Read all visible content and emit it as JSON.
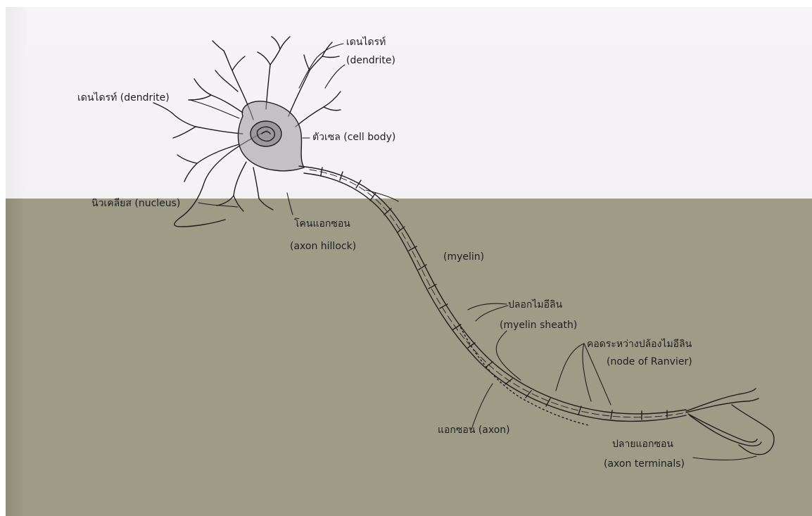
{
  "labels": {
    "dendrite_top_th": "เดนไดรท์",
    "dendrite_top_en": "(dendrite)",
    "dendrite_left": "เดนไดรท์ (dendrite)",
    "cell_body": "ตัวเซล (cell body)",
    "nucleus": "นิวเคลียส (nucleus)",
    "axon_hillock_th": "โคนแอกซอน",
    "axon_hillock_en": "(axon hillock)",
    "myelin": "(myelin)",
    "myelin_sheath_th": "ปลอกไมอีลิน",
    "myelin_sheath_en": "(myelin sheath)",
    "node_ranvier_th": "คอดระหว่างปล้องไมอีลิน",
    "node_ranvier_en": "(node of Ranvier)",
    "axon": "แอกซอน (axon)",
    "axon_terminals_th": "ปลายแอกซอน",
    "axon_terminals_en": "(axon terminals)"
  },
  "colors": {
    "paper_top": "#f4f2f4",
    "paper_bottom": "#9e9b86",
    "ink": "#1e1e1e"
  }
}
